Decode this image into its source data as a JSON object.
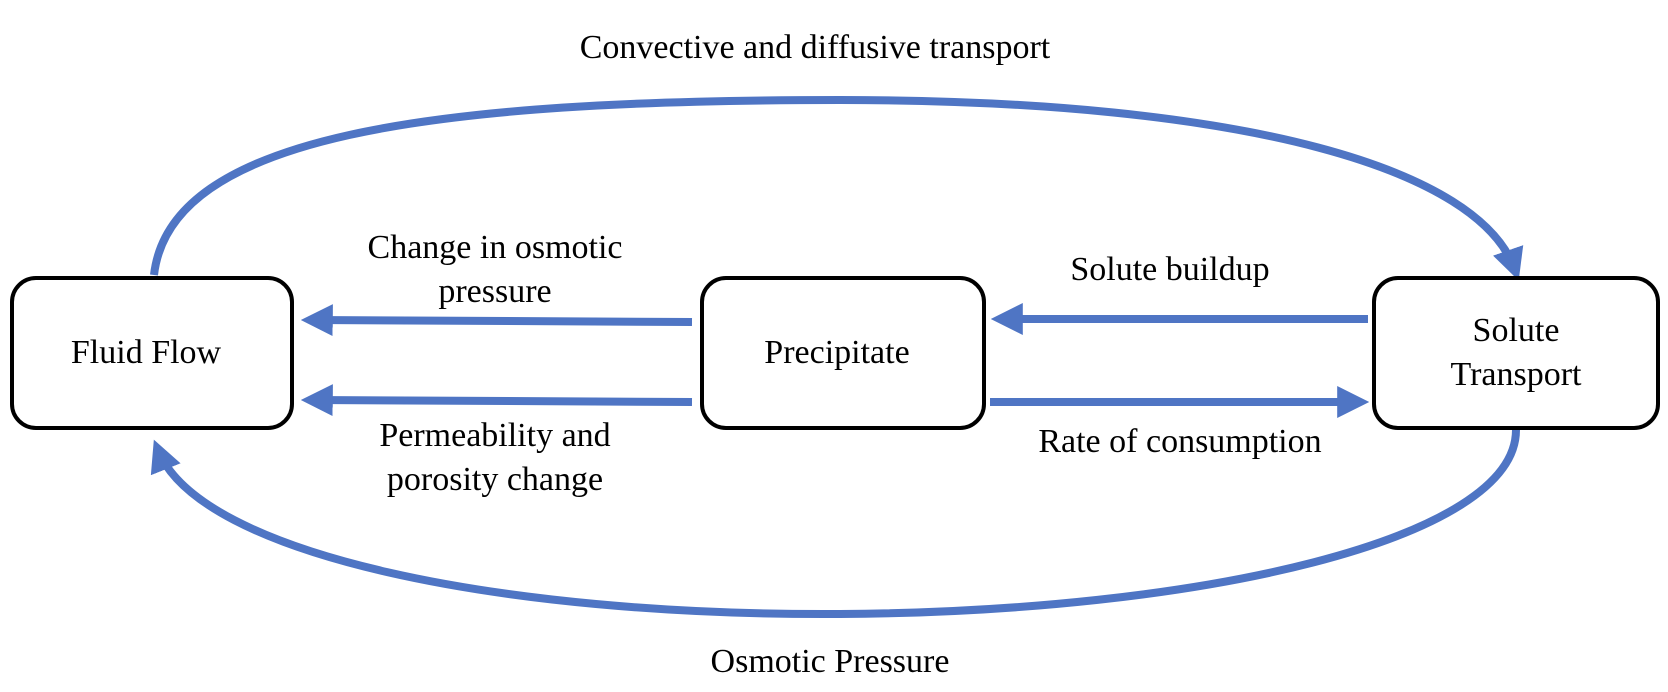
{
  "colors": {
    "arrow": "#4F75C4",
    "node_border": "#000000",
    "text": "#000000",
    "background": "#FFFFFF"
  },
  "nodes": {
    "fluid_flow": "Fluid Flow",
    "precipitate": "Precipitate",
    "solute_transport": [
      "Solute",
      "Transport"
    ]
  },
  "edges": {
    "convective_diffusive": "Convective and diffusive transport",
    "osmotic_pressure": "Osmotic Pressure",
    "osmotic_change": [
      "Change in osmotic",
      "pressure"
    ],
    "permeability": [
      "Permeability and",
      "porosity change"
    ],
    "solute_buildup": "Solute buildup",
    "rate_consumption": "Rate of consumption"
  }
}
